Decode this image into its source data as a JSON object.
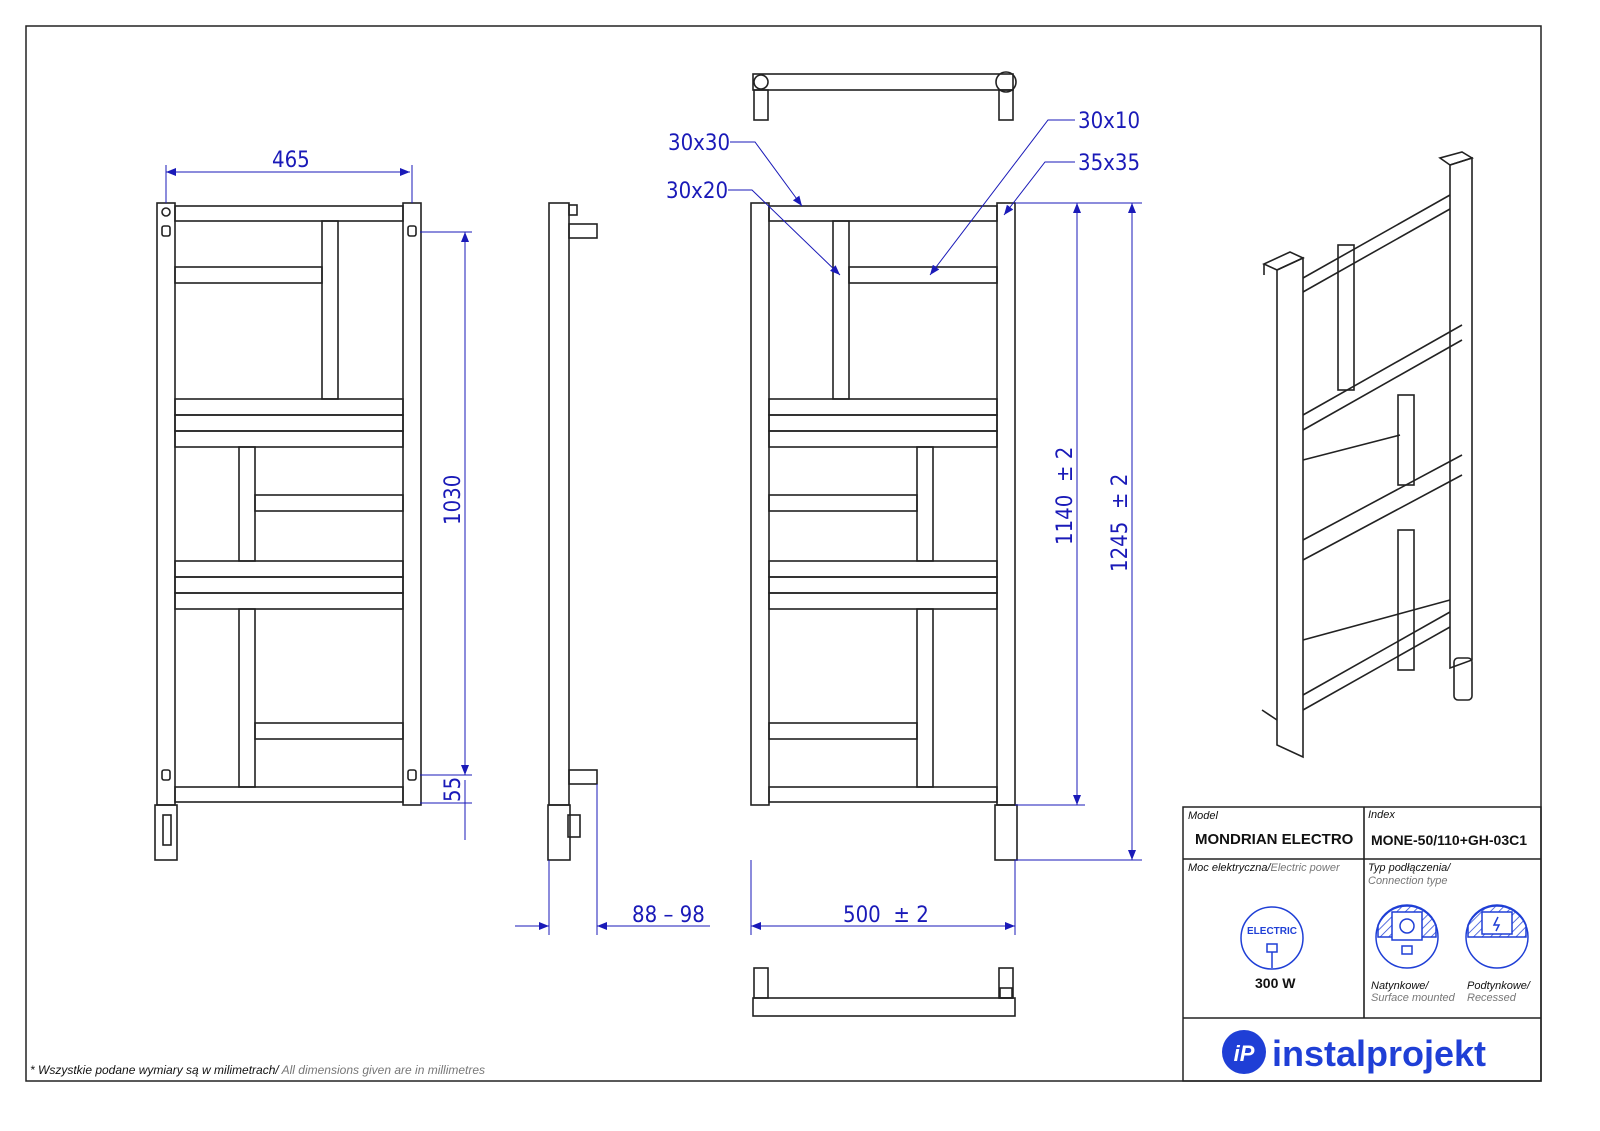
{
  "dimensions": {
    "width": "465",
    "height_mount": "1030",
    "bottom_offset": "55",
    "depth": "88 – 98",
    "total_width": "500  ± 2",
    "height_body": "1140  ± 2",
    "height_total": "1245  ± 2",
    "profile_top": "30x30",
    "profile_bar": "30x20",
    "profile_flat": "30x10",
    "profile_post": "35x35"
  },
  "title_block": {
    "model_label": "Model",
    "model_value": "MONDRIAN ELECTRO",
    "index_label": "Index",
    "index_value": "MONE-50/110+GH-03C1",
    "power_label_pl": "Moc elektryczna/",
    "power_label_en": "Electric power",
    "power_icon_text": "ELECTRIC",
    "power_value": "300 W",
    "connection_label_pl": "Typ podłączenia/",
    "connection_label_en": "Connection type",
    "connection_types": [
      {
        "pl": "Natynkowe/",
        "en": "Surface mounted"
      },
      {
        "pl": "Podtynkowe/",
        "en": "Recessed"
      }
    ],
    "logo_text": "instalprojekt",
    "logo_mark": "iP"
  },
  "footnote_pl": "* Wszystkie podane wymiary są w milimetrach/",
  "footnote_en": " All dimensions given are in millimetres",
  "colors": {
    "dimension": "#1a1ab8",
    "brand": "#1f3fd6",
    "line": "#222222"
  }
}
